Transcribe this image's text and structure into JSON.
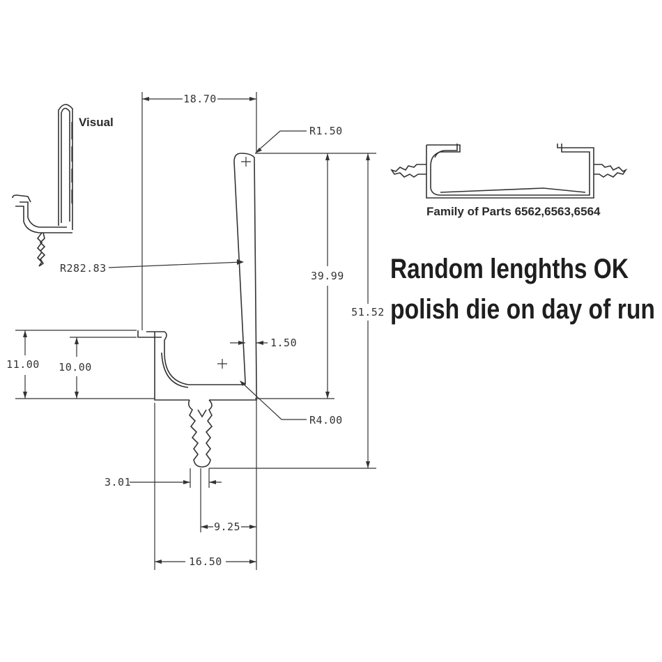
{
  "dimensions": {
    "d_18_70": "18.70",
    "d_r1_50": "R1.50",
    "d_39_99": "39.99",
    "d_51_52": "51.52",
    "d_r282_83": "R282.83",
    "d_1_50": "1.50",
    "d_11_00": "11.00",
    "d_10_00": "10.00",
    "d_r4_00": "R4.00",
    "d_3_01": "3.01",
    "d_9_25": "9.25",
    "d_16_50": "16.50"
  },
  "labels": {
    "visual": "Visual",
    "family": "Family of Parts 6562,6563,6564"
  },
  "notes": {
    "line1": "Random lenghths OK",
    "line2": "polish die on day of run"
  }
}
